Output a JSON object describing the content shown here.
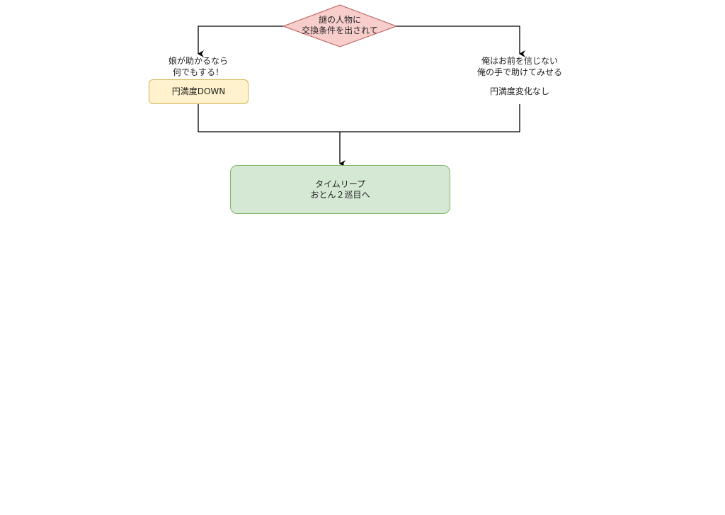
{
  "diagram": {
    "decision": {
      "text": "謎の人物に\n交換条件を出されて",
      "fill": "#f8cecc",
      "stroke": "#b85450"
    },
    "left_branch": {
      "label": "娘が助かるなら\n何でもする！",
      "result_box": "円満度DOWN",
      "result_fill": "#fff2cc",
      "result_stroke": "#d6b656"
    },
    "right_branch": {
      "label": "俺はお前を信じない\n俺の手で助けてみせる",
      "result_text": "円満度変化なし"
    },
    "end_node": {
      "text": "タイムリープ\nおとん２巡目へ",
      "fill": "#d5e8d4",
      "stroke": "#82b366"
    }
  }
}
